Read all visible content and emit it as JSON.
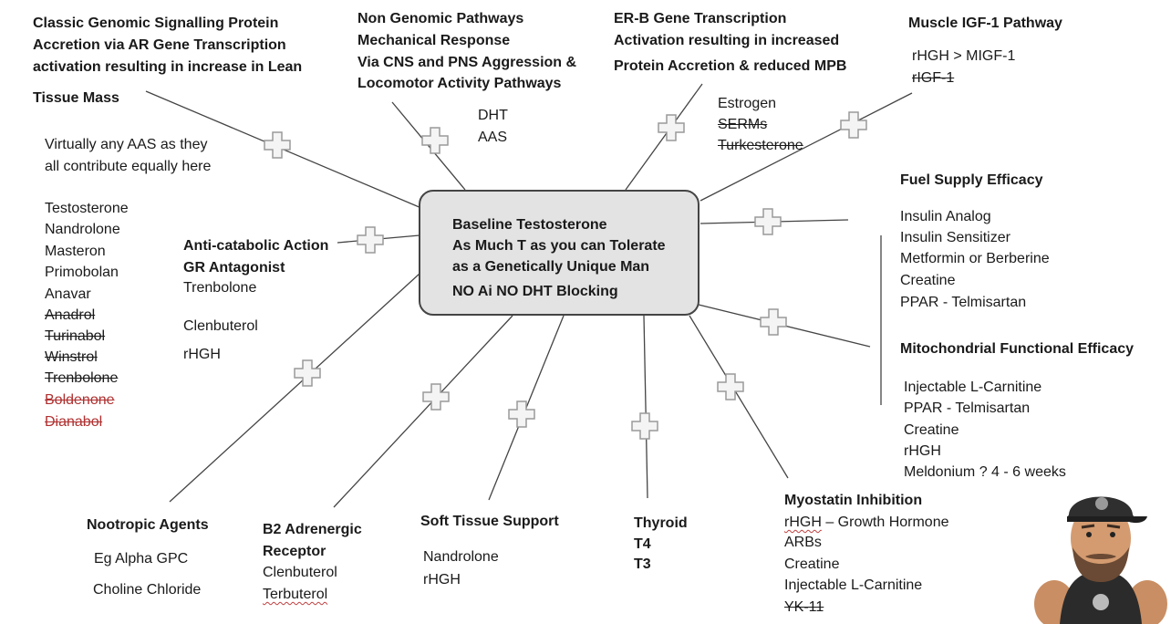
{
  "hub": {
    "lines": [
      "Baseline Testosterone",
      "As Much T as you can Tolerate",
      "as a Genetically Unique Man",
      "NO Ai NO DHT Blocking"
    ]
  },
  "classic_ar": {
    "heading": [
      "Classic Genomic Signalling Protein",
      "Accretion via AR Gene Transcription",
      "activation resulting in increase in Lean",
      "Tissue Mass"
    ],
    "note": [
      "Virtually any AAS as they",
      "all contribute equally here"
    ],
    "compounds": [
      "Testosterone",
      "Nandrolone",
      "Masteron",
      "Primobolan",
      "Anavar"
    ],
    "struck_compounds": [
      "Anadrol",
      "Turinabol",
      "Winstrol",
      "Trenbolone"
    ],
    "struck_red_compounds": [
      "Boldenone",
      "Dianabol"
    ]
  },
  "non_genomic": {
    "heading": [
      "Non Genomic Pathways",
      "Mechanical Response",
      "Via CNS and PNS  Aggression &",
      "Locomotor Activity Pathways"
    ],
    "items": [
      "DHT",
      "AAS"
    ]
  },
  "er_b": {
    "heading": [
      "ER-B Gene Transcription",
      "Activation resulting in increased",
      "Protein Accretion & reduced MPB"
    ],
    "items": [
      "Estrogen"
    ],
    "struck_items": [
      "SERMs",
      "Turkesterone"
    ]
  },
  "igf1": {
    "heading": "Muscle IGF-1 Pathway",
    "items": [
      "rHGH > MIGF-1"
    ],
    "struck_items": [
      "rIGF-1"
    ]
  },
  "fuel": {
    "heading": "Fuel Supply Efficacy",
    "items": [
      "Insulin Analog",
      "Insulin Sensitizer",
      "Metformin or Berberine",
      "Creatine",
      "PPAR - Telmisartan"
    ]
  },
  "mito": {
    "heading": "Mitochondrial Functional Efficacy",
    "items": [
      "Injectable L-Carnitine",
      "PPAR - Telmisartan",
      "Creatine",
      "rHGH",
      "Meldonium ?  4 - 6 weeks"
    ]
  },
  "anticatabolic": {
    "heading": [
      "Anti-catabolic Action",
      "GR Antagonist"
    ],
    "items": [
      "Trenbolone",
      "Clenbuterol",
      "rHGH"
    ]
  },
  "nootropic": {
    "heading": "Nootropic Agents",
    "items": [
      "Eg Alpha GPC",
      "Choline Chloride"
    ]
  },
  "b2": {
    "heading": [
      "B2 Adrenergic",
      "Receptor"
    ],
    "items": [
      "Clenbuterol",
      "Terbuterol"
    ]
  },
  "soft_tissue": {
    "heading": "Soft Tissue Support",
    "items": [
      "Nandrolone",
      "rHGH"
    ]
  },
  "thyroid": {
    "heading": [
      "Thyroid",
      "T4",
      "T3"
    ]
  },
  "myostatin": {
    "heading": "Myostatin Inhibition",
    "rhgh_abbr": "rHGH",
    "rhgh_rest": " – Growth Hormone",
    "items": [
      "ARBs",
      "Creatine",
      "Injectable L-Carnitine"
    ],
    "struck_items": [
      "YK-11"
    ]
  },
  "colors": {
    "line": "#444444",
    "hub_fill": "#e3e3e3",
    "plus_fill": "#f4f4f4",
    "plus_stroke": "#9a9a9a",
    "struck_red": "#b03030"
  }
}
